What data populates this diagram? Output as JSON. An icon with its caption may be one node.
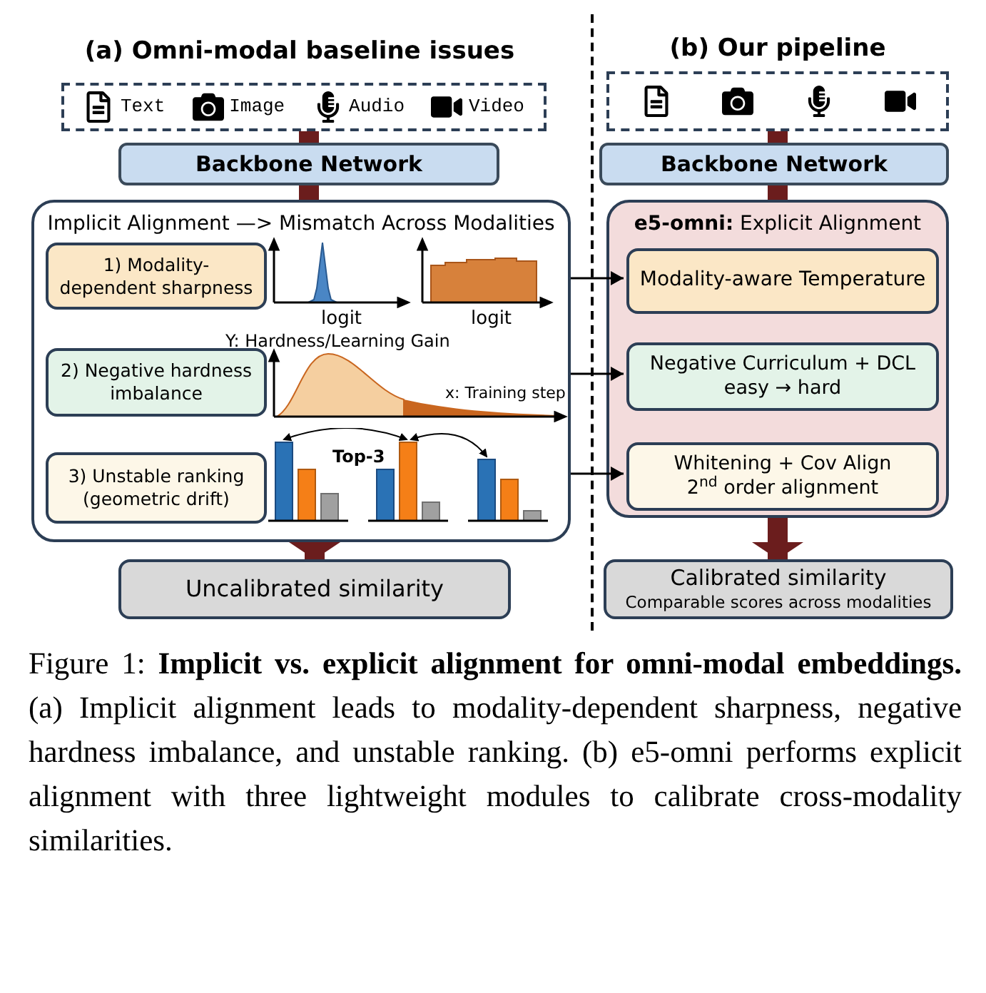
{
  "diagram": {
    "caption": "Figure 1: **Implicit vs. explicit alignment for omni-modal embeddings.** (a) Implicit alignment leads to modality-dependent sharpness, negative hardness imbalance, and unstable ranking. (b) e5-omni performs explicit alignment with three lightweight modules to calibrate cross-modality similarities.",
    "nodes": [
      {
        "text": [
          "Text",
          "Image",
          "Audio",
          "Video"
        ]
      },
      {
        "text": [
          "Backbone Network"
        ]
      },
      {
        "text": [
          "Implicit Alignment —> Mismatch Across Modalities"
        ]
      },
      {
        "text": [
          "1) Modality- dependent sharpness"
        ],
        "in": 2
      },
      {
        "text": [
          "2) Negative hardness imbalance"
        ],
        "in": 2
      },
      {
        "text": [
          "3) Unstable ranking (geometric drift)"
        ],
        "in": 2
      },
      {
        "text": [
          "Uncalibrated similarity"
        ]
      },
      {
        "text": [],
        "shape": "box"
      },
      {
        "text": [
          "Backbone Network"
        ]
      },
      {
        "text": [
          "**e5-omni:** Explicit Alignment"
        ]
      },
      {
        "text": [
          "Modality-aware Temperature"
        ],
        "in": 9
      },
      {
        "text": [
          "Negative Curriculum + DCL",
          "easy → hard"
        ],
        "in": 9
      },
      {
        "text": [
          "Whitening + Cov Align",
          "2$^{nd}$ order alignment"
        ],
        "in": 9
      },
      {
        "text": [
          "Calibrated similarity",
          "Comparable scores across modalities"
        ]
      }
    ],
    "edges": [
      {
        "from": 0,
        "to": 1,
        "arrow": "none"
      },
      {
        "from": 1,
        "to": 2,
        "arrow": "none"
      },
      {
        "from": 2,
        "to": 6,
        "arrow": "to"
      },
      {
        "from": 7,
        "to": 8,
        "arrow": "none"
      },
      {
        "from": 8,
        "to": 9,
        "arrow": "none"
      },
      {
        "from": 9,
        "to": 13,
        "arrow": "to"
      },
      {
        "from": 2,
        "to": 10,
        "arrow": "to",
        "color": "#000000"
      },
      {
        "from": 2,
        "to": 11,
        "arrow": "to",
        "color": "#000000"
      },
      {
        "from": 2,
        "to": 12,
        "arrow": "to",
        "color": "#000000"
      }
    ],
    "labels": [
      "(a) Omni-modal baseline issues",
      "(b) Our pipeline",
      "logit",
      "logit",
      "Y: Hardness/Learning Gain",
      "x: Training step",
      "Top-3"
    ]
  }
}
